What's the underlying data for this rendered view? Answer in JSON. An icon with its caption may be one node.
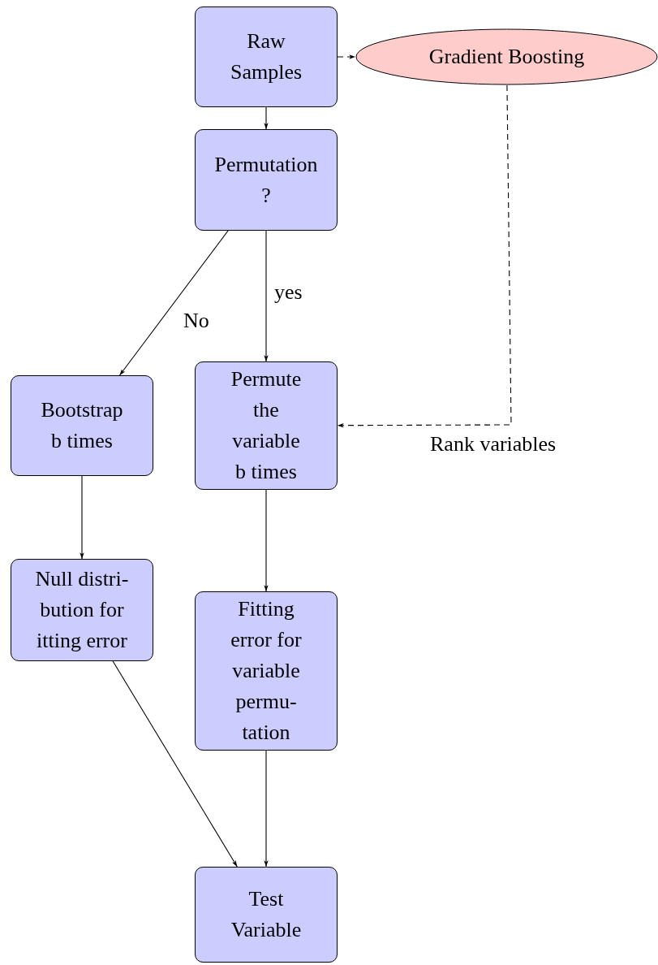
{
  "diagram": {
    "nodes": [
      {
        "text": [
          "Raw Samples"
        ]
      },
      {
        "text": [
          "Gradient Boosting"
        ]
      },
      {
        "text": [
          "Permutation ?"
        ]
      },
      {
        "text": [
          "Bootstrap b times"
        ]
      },
      {
        "text": [
          "Permute the variable b times"
        ]
      },
      {
        "text": [
          "Null distri- bution for itting error"
        ]
      },
      {
        "text": [
          "Fitting error for variable permu- tation"
        ]
      },
      {
        "text": [
          "Test Variable"
        ]
      }
    ],
    "edges": [
      {
        "from": 0,
        "to": 1,
        "arrow": "to",
        "style": "dashed"
      },
      {
        "from": 0,
        "to": 2,
        "arrow": "to"
      },
      {
        "from": 2,
        "to": 3,
        "arrow": "to",
        "label": "No"
      },
      {
        "from": 2,
        "to": 4,
        "arrow": "to",
        "label": "yes"
      },
      {
        "from": 1,
        "to": 4,
        "arrow": "to",
        "style": "dashed",
        "label": "Rank variables"
      },
      {
        "from": 3,
        "to": 5,
        "arrow": "to"
      },
      {
        "from": 4,
        "to": 6,
        "arrow": "to"
      },
      {
        "from": 5,
        "to": 7,
        "arrow": "to"
      },
      {
        "from": 6,
        "to": 7,
        "arrow": "to"
      }
    ]
  }
}
